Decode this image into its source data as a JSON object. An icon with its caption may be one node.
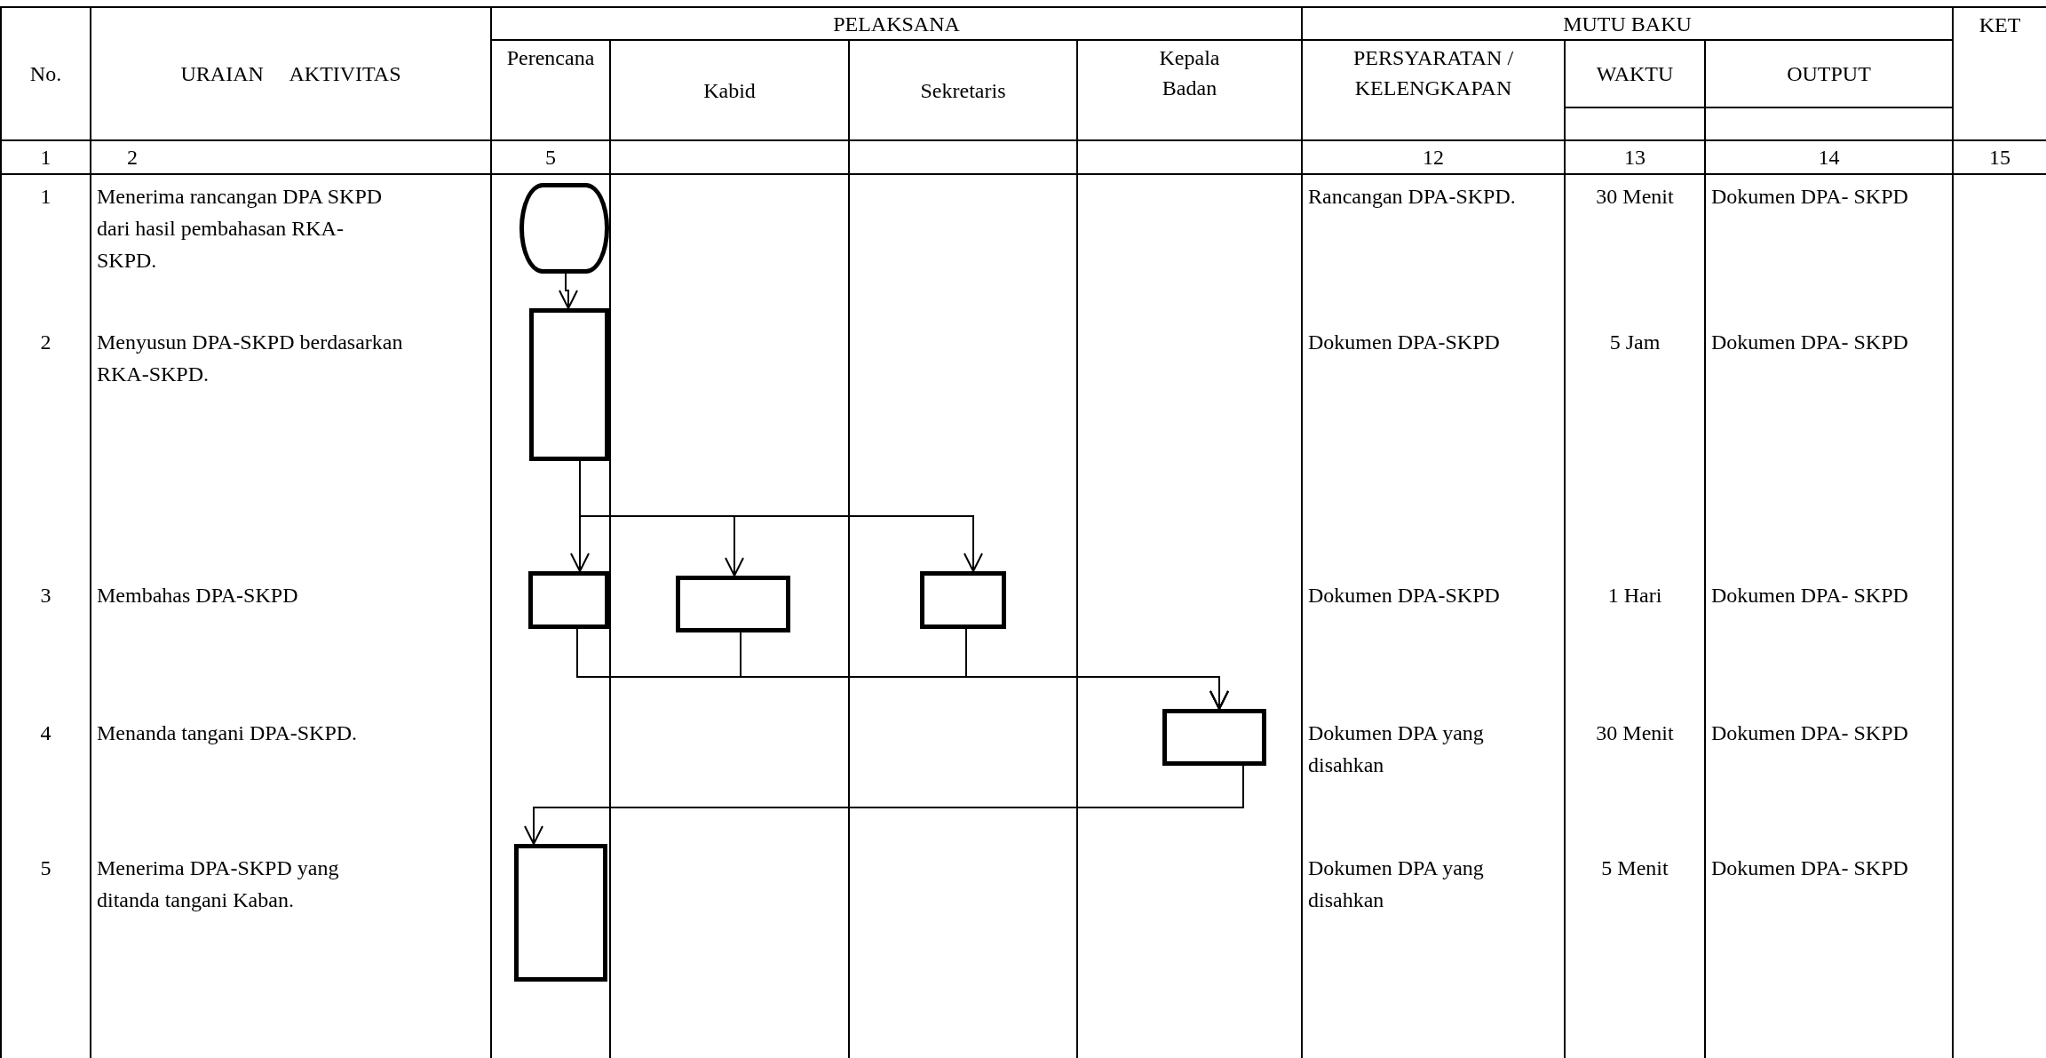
{
  "diagram": {
    "nodes": [
      {
        "text": [],
        "shape": "terminator"
      },
      {
        "text": [],
        "shape": "box"
      },
      {
        "text": [],
        "shape": "box"
      },
      {
        "text": [],
        "shape": "box"
      },
      {
        "text": [],
        "shape": "box"
      },
      {
        "text": [],
        "shape": "box"
      },
      {
        "text": [],
        "shape": "box"
      }
    ],
    "edges": [
      {
        "from": 0,
        "to": 1,
        "arrow": "to"
      },
      {
        "from": 1,
        "to": 2,
        "arrow": "to"
      },
      {
        "from": 1,
        "to": 3,
        "arrow": "to"
      },
      {
        "from": 1,
        "to": 4,
        "arrow": "to"
      },
      {
        "from": 2,
        "to": 5,
        "arrow": "to"
      },
      {
        "from": 3,
        "to": 5,
        "arrow": "to"
      },
      {
        "from": 4,
        "to": 5,
        "arrow": "to"
      },
      {
        "from": 5,
        "to": 6,
        "arrow": "to"
      }
    ],
    "labels": [
      "No.",
      "URAIAN AKTIVITAS",
      "PELAKSANA",
      "MUTU BAKU",
      "KET",
      "Perencana",
      "Kabid",
      "Sekretaris",
      "Kepala Badan",
      "PERSYARATAN / KELENGKAPAN",
      "WAKTU",
      "OUTPUT",
      "1",
      "2",
      "5",
      "12",
      "13",
      "14",
      "15",
      "1",
      "Menerima rancangan DPA SKPD dari hasil pembahasan RKA-SKPD.",
      "Rancangan DPA-SKPD.",
      "30 Menit",
      "Dokumen DPA- SKPD",
      "2",
      "Menyusun DPA-SKPD berdasarkan RKA-SKPD.",
      "Dokumen DPA-SKPD",
      "5 Jam",
      "Dokumen DPA- SKPD",
      "3",
      "Membahas DPA-SKPD",
      "Dokumen DPA-SKPD",
      "1 Hari",
      "Dokumen DPA- SKPD",
      "4",
      "Menanda tangani DPA-SKPD.",
      "Dokumen DPA yang disahkan",
      "30 Menit",
      "Dokumen DPA- SKPD",
      "5",
      "Menerima DPA-SKPD yang ditanda tangani Kaban.",
      "Dokumen DPA yang disahkan",
      "5 Menit",
      "Dokumen DPA- SKPD"
    ]
  }
}
